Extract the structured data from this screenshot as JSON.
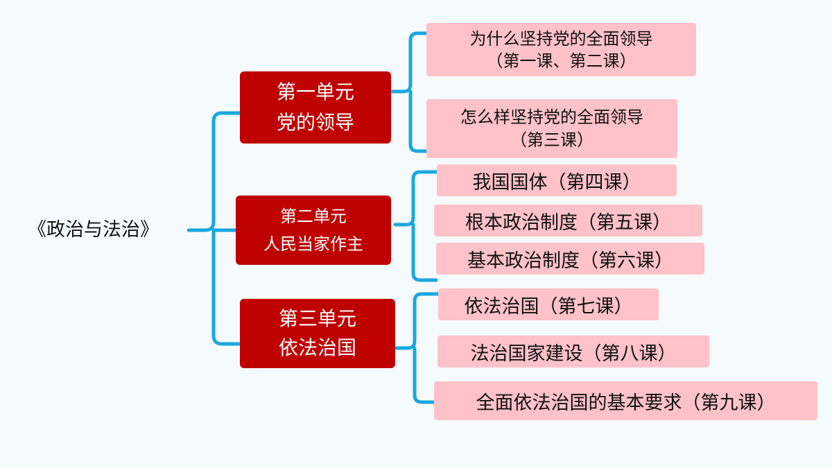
{
  "root": {
    "title": "《政治与法治》"
  },
  "units": [
    {
      "title": "第一单元",
      "subtitle": "党的领导",
      "lessons": [
        {
          "line1": "为什么坚持党的全面领导",
          "line2": "（第一课、第二课）"
        },
        {
          "line1": "怎么样坚持党的全面领导",
          "line2": "（第三课）"
        }
      ]
    },
    {
      "title": "第二单元",
      "subtitle": "人民当家作主",
      "lessons": [
        {
          "line1": "我国国体（第四课）"
        },
        {
          "line1": "根本政治制度（第五课）"
        },
        {
          "line1": "基本政治制度（第六课）"
        }
      ]
    },
    {
      "title": "第三单元",
      "subtitle": "依法治国",
      "lessons": [
        {
          "line1": "依法治国（第七课）"
        },
        {
          "line1": "法治国家建设（第八课）"
        },
        {
          "line1": "全面依法治国的基本要求（第九课）"
        }
      ]
    }
  ],
  "colors": {
    "connector": "#1aa7e0",
    "unit_fill": "#bf0000",
    "lesson_fill": "#ffc2c8",
    "background": "#f5fafd"
  }
}
